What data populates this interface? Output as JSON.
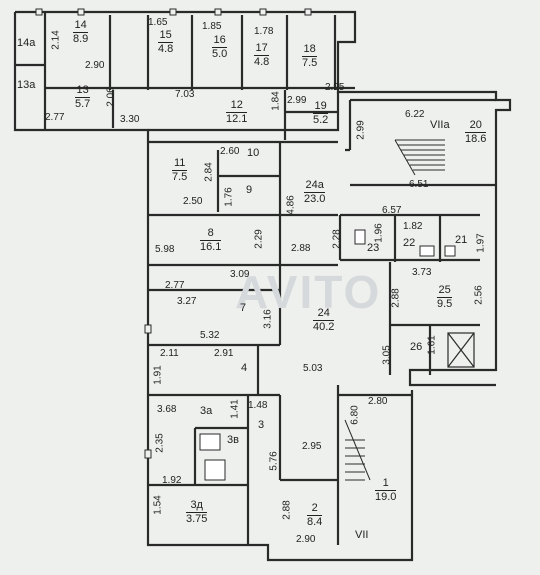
{
  "rooms": {
    "r14a": {
      "num": "14a"
    },
    "r14": {
      "num": "14",
      "area": "8.9"
    },
    "r15": {
      "num": "15",
      "area": "4.8"
    },
    "r16": {
      "num": "16",
      "area": "5.0"
    },
    "r17": {
      "num": "17",
      "area": "4.8"
    },
    "r18": {
      "num": "18",
      "area": "7.5"
    },
    "r13a": {
      "num": "13a"
    },
    "r13": {
      "num": "13",
      "area": "5.7"
    },
    "r12": {
      "num": "12",
      "area": "12.1"
    },
    "r19": {
      "num": "19",
      "area": "5.2"
    },
    "r20": {
      "num": "20",
      "area": "18.6"
    },
    "rVIIa": {
      "num": "VIIa"
    },
    "r11": {
      "num": "11",
      "area": "7.5"
    },
    "r10": {
      "num": "10"
    },
    "r9": {
      "num": "9"
    },
    "r24a": {
      "num": "24a",
      "area": "23.0"
    },
    "r8": {
      "num": "8",
      "area": "16.1"
    },
    "r23": {
      "num": "23"
    },
    "r22": {
      "num": "22"
    },
    "r21": {
      "num": "21"
    },
    "r25": {
      "num": "25",
      "area": "9.5"
    },
    "r7": {
      "num": "7"
    },
    "r24": {
      "num": "24",
      "area": "40.2"
    },
    "r26": {
      "num": "26"
    },
    "r4": {
      "num": "4"
    },
    "r3a": {
      "num": "3а"
    },
    "r3": {
      "num": "3"
    },
    "r3b": {
      "num": "3в"
    },
    "r3d": {
      "num": "3д",
      "area": "3.75"
    },
    "r1": {
      "num": "1",
      "area": "19.0"
    },
    "r2": {
      "num": "2",
      "area": "8.4"
    },
    "rVII": {
      "num": "VII"
    }
  },
  "dims": {
    "d214": "2.14",
    "d290a": "2.90",
    "d165": "1.65",
    "d185": "1.85",
    "d178": "1.78",
    "d277a": "2.77",
    "d206": "2.06",
    "d330": "3.30",
    "d703": "7.03",
    "d184": "1.84",
    "d299a": "2.99",
    "d295": "2.95",
    "d299b": "2.99",
    "d622": "6.22",
    "d260": "2.60",
    "d284a": "2.84",
    "d250": "2.50",
    "d176": "1.76",
    "d486": "4.86",
    "d651": "6.51",
    "d657": "6.57",
    "d196": "1.96",
    "d182": "1.82",
    "d197": "1.97",
    "d598": "5.98",
    "d229": "2.29",
    "d288a": "2.88",
    "d228": "2.28",
    "d373": "3.73",
    "d288b": "2.88",
    "d256": "2.56",
    "d277b": "2.77",
    "d309": "3.09",
    "d327": "3.27",
    "d316": "3.16",
    "d532": "5.32",
    "d161": "1.61",
    "d305": "3.05",
    "d211": "2.11",
    "d291": "2.91",
    "d503": "5.03",
    "d191": "1.91",
    "d368": "3.68",
    "d141": "1.41",
    "d148": "1.48",
    "d280": "2.80",
    "d680": "6.80",
    "d235": "2.35",
    "d295b": "2.95",
    "d576": "5.76",
    "d192": "1.92",
    "d154": "1.54",
    "d288c": "2.88",
    "d290b": "2.90"
  },
  "watermark": "AVITO"
}
